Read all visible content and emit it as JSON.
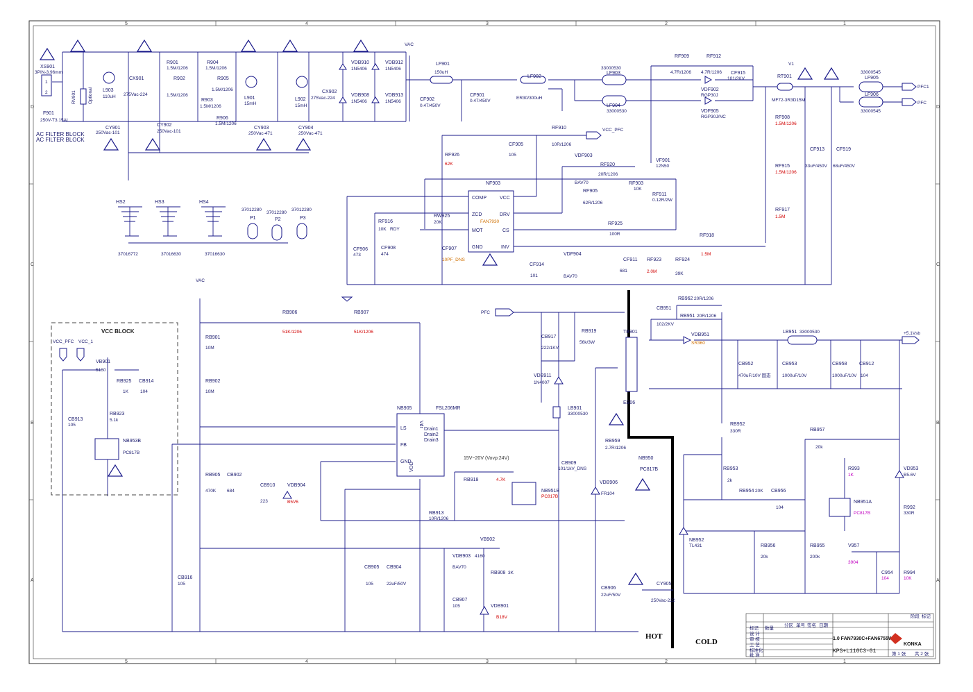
{
  "border_numbers": [
    "5",
    "4",
    "3",
    "2",
    "1"
  ],
  "border_letters": [
    "D",
    "C",
    "B",
    "A"
  ],
  "blocks": {
    "ac_filter": "AC FILTER BLOCK",
    "vcc": "VCC BLOCK",
    "hot": "HOT",
    "cold": "COLD"
  },
  "nets": {
    "vac_top": "VAC",
    "vac_mid": "VAC",
    "pfc_in": "PFC",
    "vcc_pfc": "VCC_PFC",
    "vcc_pfc2": "VCC_PFC",
    "vcc_1": "VCC_1",
    "v1": "V1",
    "pfc1": "PFC1",
    "pfc_out": "PFC",
    "rdy": "RDY",
    "v5vsb": "+5.1Vsb"
  },
  "input": {
    "xs901": "XS901",
    "xs901_val": "3PIN-3.96mm",
    "pin1": "1",
    "pin2": "2",
    "f901": "F901",
    "f901_val": "250V-T3.15AL",
    "rv901": "RV901",
    "rv901_val": "Optional"
  },
  "filter": {
    "l903": "L903",
    "l903_val": "110uH",
    "cx901": "CX901",
    "cx901_val": "275Vac-224",
    "r901": "R901",
    "r901_val": "1.5M/1206",
    "r902": "R902",
    "r902_val": "1.5M/1206",
    "r903": "R903",
    "r903_val": "1.5M/1206",
    "r904": "R904",
    "r904_val": "1.5M/1206",
    "r905": "R905",
    "r905_val": "1.5M/1206",
    "r906": "R906",
    "r906_val": "1.5M/1206",
    "l901": "L901",
    "l901_val": "15mH",
    "l902": "L902",
    "l902_val": "15mH",
    "cx902": "CX902",
    "cx902_val": "275Vac-224",
    "cy901": "CY901",
    "cy901_val": "250Vac-101",
    "cy902": "CY902",
    "cy902_val": "250Vac-101",
    "cy903": "CY903",
    "cy903_val": "250Vac-471",
    "cy904": "CY904",
    "cy904_val": "250Vac-471",
    "vdb910": "VDB910",
    "vdb910_val": "1N5406",
    "vdb912": "VDB912",
    "vdb912_val": "1N5406",
    "vdb908": "VDB908",
    "vdb908_val": "1N5406",
    "vdb913": "VDB913",
    "vdb913_val": "1N5406"
  },
  "pfc": {
    "lf901": "LF901",
    "lf901_val": "150uH",
    "cf902": "CF902",
    "cf902_val": "0.47/450V",
    "cf901": "CF901",
    "cf901_val": "0.47/450V",
    "lf902": "LF902",
    "lf902_val": "ER30/300uH",
    "lf903": "LF903",
    "lf903_val": "33000530",
    "lf904": "LF904",
    "lf904_val": "33000530",
    "rf909": "RF909",
    "rf909_val": "4.7R/1206",
    "rf912": "RF912",
    "rf912_val": "4.7R/1206",
    "cf915": "CF915",
    "cf915_val": "101/2KV",
    "vdf902": "VDF902",
    "vdf902_val": "RGP30J",
    "vdf905": "VDF905",
    "vdf905_val": "RGP30J/NC",
    "rt901": "RT901",
    "rt901_val": "MF72-3R3D15M",
    "lf905": "LF905",
    "lf905_val": "33000545",
    "lf906": "LF906",
    "lf906_val": "33000545",
    "rf908": "RF908",
    "rf908_val": "1.5M/1206",
    "rf915": "RF915",
    "rf915_val": "1.5M/1206",
    "rf917": "RF917",
    "rf917_val": "1.5M",
    "cf913": "CF913",
    "cf913_val": "33uF/450V",
    "cf919": "CF919",
    "cf919_val": "68uF/450V",
    "rf910": "RF910",
    "rf910_val": "10R/1206",
    "cf905": "CF905",
    "cf905_val": "105",
    "vdf903": "VDF903",
    "vdf903_val": "BAV70",
    "rf920": "RF920",
    "rf920_val": "20R/1206",
    "vf901": "VF901",
    "vf901_val": "12N50",
    "rf903": "RF903",
    "rf903_val": "10K",
    "rf911": "RF911",
    "rf911_val": "0.12R/2W",
    "rf926": "RF926",
    "rf926_val": "62K",
    "nf903": "NF903",
    "ic_name": "FAN7930",
    "p_comp": "COMP",
    "p_zcd": "ZCD",
    "p_mot": "MOT",
    "p_gnd": "GND",
    "p_vcc": "VCC",
    "p_drv": "DRV",
    "p_cs": "CS",
    "p_inv": "INV",
    "rf905": "RF905",
    "rf905_val": "62R/1206",
    "rw925": "RW925",
    "rw925_val": "20K",
    "rf916": "RF916",
    "rf916_val": "10K",
    "rf925": "RF925",
    "rf925_val": "100R",
    "rf918": "RF918",
    "rf918_val": "1.5M",
    "cf906": "CF906",
    "cf906_val": "473",
    "cf908": "CF908",
    "cf908_val": "474",
    "cf907": "CF907",
    "cf907_val": "10PF_DNS",
    "cf914": "CF914",
    "cf914_val": "101",
    "vdf904": "VDF904",
    "vdf904_val": "BAV70",
    "cf911": "CF911",
    "cf911_val": "681",
    "rf923": "RF923",
    "rf923_val": "2.0M",
    "rf924": "RF924",
    "rf924_val": "39K"
  },
  "heatsinks": {
    "hs2": "HS2",
    "hs3": "HS3",
    "hs4": "HS4",
    "hs2_val": "37016772",
    "hs3_val": "37016630",
    "hs4_val": "37016630",
    "p1": "P1",
    "p2": "P2",
    "p3": "P3",
    "p1_val": "37012280",
    "p2_val": "37012280",
    "p3_val": "37012280"
  },
  "standby": {
    "vb901": "VB901",
    "vb901_val": "5160",
    "rb925": "RB925",
    "rb925_val": "1K",
    "cb914": "CB914",
    "cb914_val": "104",
    "rb923": "RB923",
    "rb923_val": "5.1k",
    "cb913": "CB913",
    "cb913_val": "105",
    "nb953b": "NB953B",
    "nb953b_val": "PC817B",
    "rb901": "RB901",
    "rb901_val": "10M",
    "rb902": "RB902",
    "rb902_val": "10M",
    "rb905": "RB905",
    "rb905_val": "470K",
    "cb902": "CB902",
    "cb902_val": "684",
    "cb916": "CB916",
    "cb916_val": "105",
    "rb906": "RB906",
    "rb906_val": "51K/1206",
    "rb907": "RB907",
    "rb907_val": "51K/1206",
    "cb910": "CB910",
    "cb910_val": "223",
    "vdb904": "VDB904",
    "vdb904_val": "B5V6",
    "nb905": "NB905",
    "nb905_val": "FSL206MR",
    "p_ls": "LS",
    "p_fb": "FB",
    "p_gnd2": "GND",
    "p_vdr": "Vdr",
    "p_vdd": "VDD",
    "p_d1": "Drain1",
    "p_d2": "Drain2",
    "p_d3": "Drain3",
    "vovp": "15V~20V (Vovp:24V)",
    "rb918": "RB918",
    "rb918_val": "4.7K",
    "nb951b": "NB951B",
    "nb951b_val": "PC817B",
    "rb913": "RB913",
    "rb913_val": "10R/1206",
    "vb902": "VB902",
    "vb902_val": "4160",
    "vdb903": "VDB903",
    "vdb903_val": "BAV70",
    "rb908": "RB908",
    "rb908_val": "3K",
    "cb905": "CB905",
    "cb905_val": "105",
    "cb904": "CB904",
    "cb904_val": "22uF/50V",
    "cb907": "CB907",
    "cb907_val": "105",
    "vdb901": "VDB901",
    "vdb901_val": "B18V",
    "cb917": "CB917",
    "cb917_val": "222/1KV",
    "rb919": "RB919",
    "rb919_val": "56k/3W",
    "vdb911": "VDB911",
    "vdb911_val": "1N4007",
    "lb901": "LB901",
    "lb901_val": "33000530",
    "cb909": "CB909",
    "cb909_val": "101/1kV_DNS",
    "rb959": "RB959",
    "rb959_val": "2.7R/1206",
    "vdb906": "VDB906",
    "vdb906_val": "FR104",
    "cb906": "CB906",
    "cb906_val": "22uF/50V",
    "nb950": "NB950",
    "nb950_val": "PC817B"
  },
  "secondary": {
    "tb901": "TB901",
    "eb06": "EB06",
    "cb951": "CB951",
    "cb951_val": "102/2KV",
    "rb962": "RB962",
    "rb962_val": "20R/1206",
    "rb951": "RB951",
    "rb951_val": "20R/1206",
    "vdb951": "VDB951",
    "vdb951_val": "SR360",
    "lb951": "LB951",
    "lb951_val": "33000530",
    "cb952": "CB952",
    "cb952_val": "470uF/10V 固态",
    "cb953": "CB953",
    "cb953_val": "1000uF/10V",
    "cb958": "CB958",
    "cb958_val": "1000uF/10V",
    "cb912": "CB912",
    "cb912_val": "104",
    "rb952": "RB952",
    "rb952_val": "330R",
    "rb953": "RB953",
    "rb953_val": "2k",
    "rb954": "RB954",
    "rb954_val": "20K",
    "cb956": "CB956",
    "cb956_val": "104",
    "rb957": "RB957",
    "rb957_val": "20k",
    "r993": "R993",
    "r993_val": "1K",
    "vd953": "VD953",
    "vd953_val": "B5.6V",
    "nb951a": "NB951A",
    "nb951a_val": "PC817B",
    "r992": "R992",
    "r992_val": "330R",
    "nb952": "NB952",
    "nb952_val": "TL431",
    "rb956": "RB956",
    "rb956_val": "20k",
    "rb955": "RB955",
    "rb955_val": "200k",
    "v957": "V957",
    "v957_val": "3904",
    "c954": "C954",
    "c954_val": "104",
    "r994": "R994",
    "r994_val": "10K",
    "cy905": "CY905",
    "cy905_val": "250Vac-222"
  },
  "title_block": {
    "model": "1.0 FAN7930C+FAN6755W",
    "drawing_no": "KPS+L110C3-01",
    "brand": "KONKA",
    "sheet": "第 1 张",
    "total": "共 2 张",
    "h1": "标记",
    "h2": "数量",
    "h3": "分区",
    "h4": "单号",
    "h5": "签名",
    "h6": "日期",
    "row1": "标记",
    "row2": "设 计",
    "row3": "审 核",
    "row4": "工 艺",
    "row5": "标准化",
    "row6": "批 准",
    "stage": "阶段",
    "mark": "标记"
  }
}
